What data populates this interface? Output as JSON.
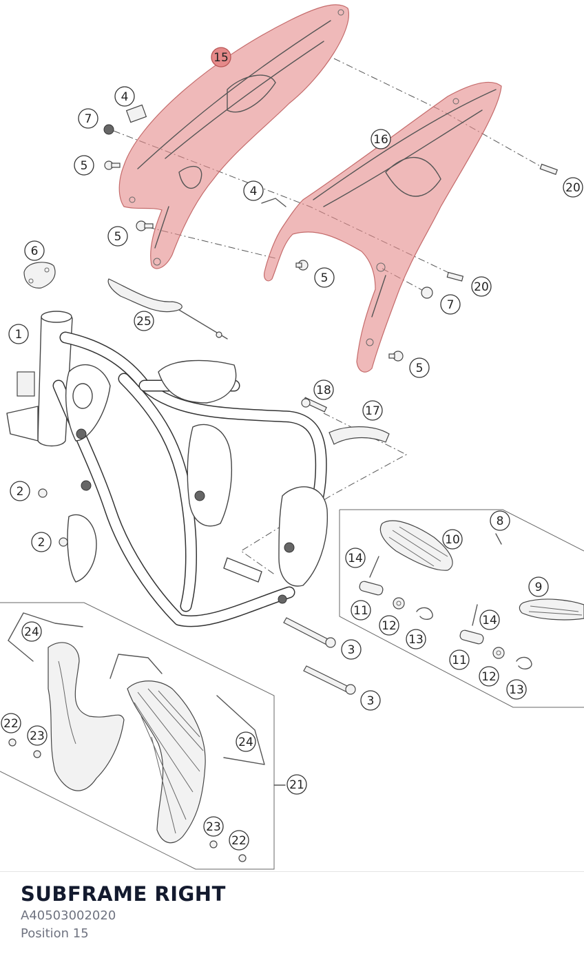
{
  "callouts": [
    {
      "label": "15",
      "active": true
    },
    {
      "label": "4"
    },
    {
      "label": "7"
    },
    {
      "label": "5"
    },
    {
      "label": "5"
    },
    {
      "label": "16"
    },
    {
      "label": "4"
    },
    {
      "label": "20"
    },
    {
      "label": "5"
    },
    {
      "label": "20"
    },
    {
      "label": "7"
    },
    {
      "label": "5"
    },
    {
      "label": "6"
    },
    {
      "label": "25"
    },
    {
      "label": "1"
    },
    {
      "label": "18"
    },
    {
      "label": "17"
    },
    {
      "label": "2"
    },
    {
      "label": "2"
    },
    {
      "label": "8"
    },
    {
      "label": "10"
    },
    {
      "label": "14"
    },
    {
      "label": "9"
    },
    {
      "label": "11"
    },
    {
      "label": "12"
    },
    {
      "label": "13"
    },
    {
      "label": "14"
    },
    {
      "label": "11"
    },
    {
      "label": "12"
    },
    {
      "label": "13"
    },
    {
      "label": "24"
    },
    {
      "label": "3"
    },
    {
      "label": "3"
    },
    {
      "label": "22"
    },
    {
      "label": "23"
    },
    {
      "label": "24"
    },
    {
      "label": "21"
    },
    {
      "label": "23"
    },
    {
      "label": "22"
    }
  ],
  "info": {
    "title": "SUBFRAME RIGHT",
    "part_number": "A40503002020",
    "position": "Position 15"
  },
  "colors": {
    "highlight": "#e58a8a",
    "title": "#131a2e",
    "meta": "#6f7380"
  }
}
